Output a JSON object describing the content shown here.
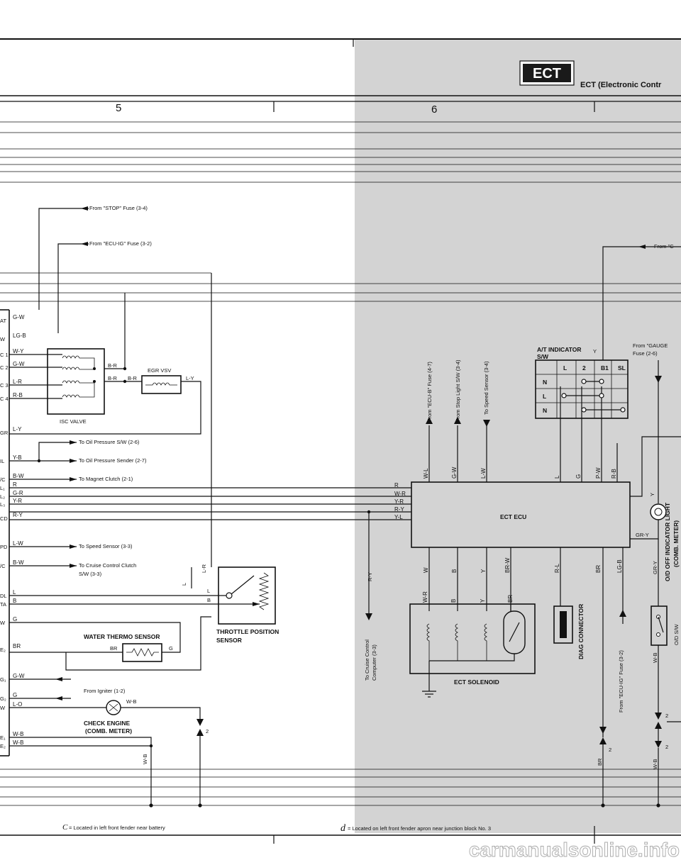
{
  "header": {
    "badge": "ECT",
    "title": "ECT (Electronic Contr",
    "column_left": "5",
    "column_right": "6"
  },
  "source_notes": {
    "stop_fuse": "From \"STOP\" Fuse (3-4)",
    "ecuig_fuse": "From \"ECU-IG\" Fuse (3-2)",
    "right_from": "From \"C",
    "gauge_fuse_1": "From \"GAUGE",
    "gauge_fuse_2": "Fuse (2-6)"
  },
  "ecu_left_pins": [
    "AT",
    "W",
    "C 1",
    "C 2",
    "C 3",
    "C 4",
    "GR",
    "IL",
    "/C",
    "L₁",
    "L₂",
    "L₃",
    "CD",
    "PD",
    "/C",
    "DL",
    "TA",
    "W",
    "E₂",
    "G₁",
    "G₂",
    "W",
    "E₁",
    "E₂"
  ],
  "left_wires": [
    "G-W",
    "LG-B",
    "W-Y",
    "G-W",
    "L-R",
    "R-B",
    "L-Y",
    "Y-B",
    "B-W",
    "R",
    "G-R",
    "Y-R",
    "R-Y",
    "L-W",
    "B-W",
    "L",
    "B",
    "G",
    "BR",
    "G-W",
    "G",
    "L-O",
    "W-B",
    "W-B"
  ],
  "isc": {
    "label": "ISC VALVE",
    "wire_a": "B-R",
    "wire_b": "B-R",
    "wire_c": "B-R"
  },
  "egr": {
    "label": "EGR VSV",
    "wire_out": "L-Y"
  },
  "destinations": {
    "oil_sw": "To Oil Pressure S/W (2-6)",
    "oil_sender": "To Oil Pressure Sender (2-7)",
    "magnet_clutch": "To Magnet Clutch (2-1)",
    "speed_sensor": "To Speed Sensor (3-3)",
    "cruise_clutch_1": "To Cruise Control Clutch",
    "cruise_clutch_2": "S/W (3-3)"
  },
  "throttle": {
    "label_1": "THROTTLE POSITION",
    "label_2": "SENSOR",
    "wire_l": "L",
    "wire_b": "B",
    "wire_lr": "L-R",
    "wire_l2": "L"
  },
  "water_thermo": {
    "label": "WATER THERMO SENSOR",
    "wire_br": "BR",
    "wire_g": "G"
  },
  "check_engine": {
    "from": "From Igniter (1-2)",
    "wire": "W-B",
    "label_1": "CHECK ENGINE",
    "label_2": "(COMB. METER)",
    "ground_wire": "W-B",
    "conn": "2"
  },
  "ecu": {
    "label": "ECT ECU",
    "left_inputs": [
      "R",
      "W-R",
      "Y-R",
      "R-Y",
      "Y-L"
    ],
    "top_wires": [
      "W-L",
      "G-W",
      "L-W",
      "L",
      "G",
      "P-W",
      "R-B"
    ],
    "bottom_wires": [
      "W",
      "B",
      "Y",
      "BR-W",
      "R-L",
      "BR",
      "LG-B"
    ],
    "right_wire": "GR-Y"
  },
  "vertical_notes": {
    "ecub_fuse": "From \"ECU-B\" Fuse (4-7)",
    "stop_light": "From Stop Light S/W (3-4)",
    "speed_sensor": "To Speed Sensor (3-4)",
    "cruise_computer_1": "To Cruise Control",
    "cruise_computer_2": "Computer (3-3)",
    "ecuig_right": "From \"ECU-IG\" Fuse (3-2)"
  },
  "at_indicator": {
    "label_1": "A/T INDICATOR",
    "label_2": "S/W",
    "wire_y": "Y",
    "header": [
      "",
      "L",
      "2",
      "B1",
      "SL"
    ],
    "rows": [
      "N",
      "L",
      "N"
    ]
  },
  "solenoid": {
    "label": "ECT SOLENOID",
    "wires": [
      "W-R",
      "B",
      "Y",
      "BR"
    ]
  },
  "diag": {
    "label": "DIAG CONNECTOR"
  },
  "od": {
    "light_1": "O/D OFF INDICATOR LIGHT",
    "light_2": "(COMB. METER)",
    "wire_y": "Y",
    "wire_gry": "GR-Y",
    "switch_label": "O/D S/W",
    "switch_wire": "W-B",
    "conn_a": "2",
    "conn_b": "2",
    "conn_c": "2"
  },
  "bottom": {
    "wire_br": "BR",
    "wire_wb": "W-B"
  },
  "footnotes": {
    "c_mark": "C",
    "c_text": "= Located in left front fender near battery",
    "d_mark": "d",
    "d_text": "= Located on left front fender apron near junction block No. 3"
  },
  "watermark": "carmanualsonline.info"
}
